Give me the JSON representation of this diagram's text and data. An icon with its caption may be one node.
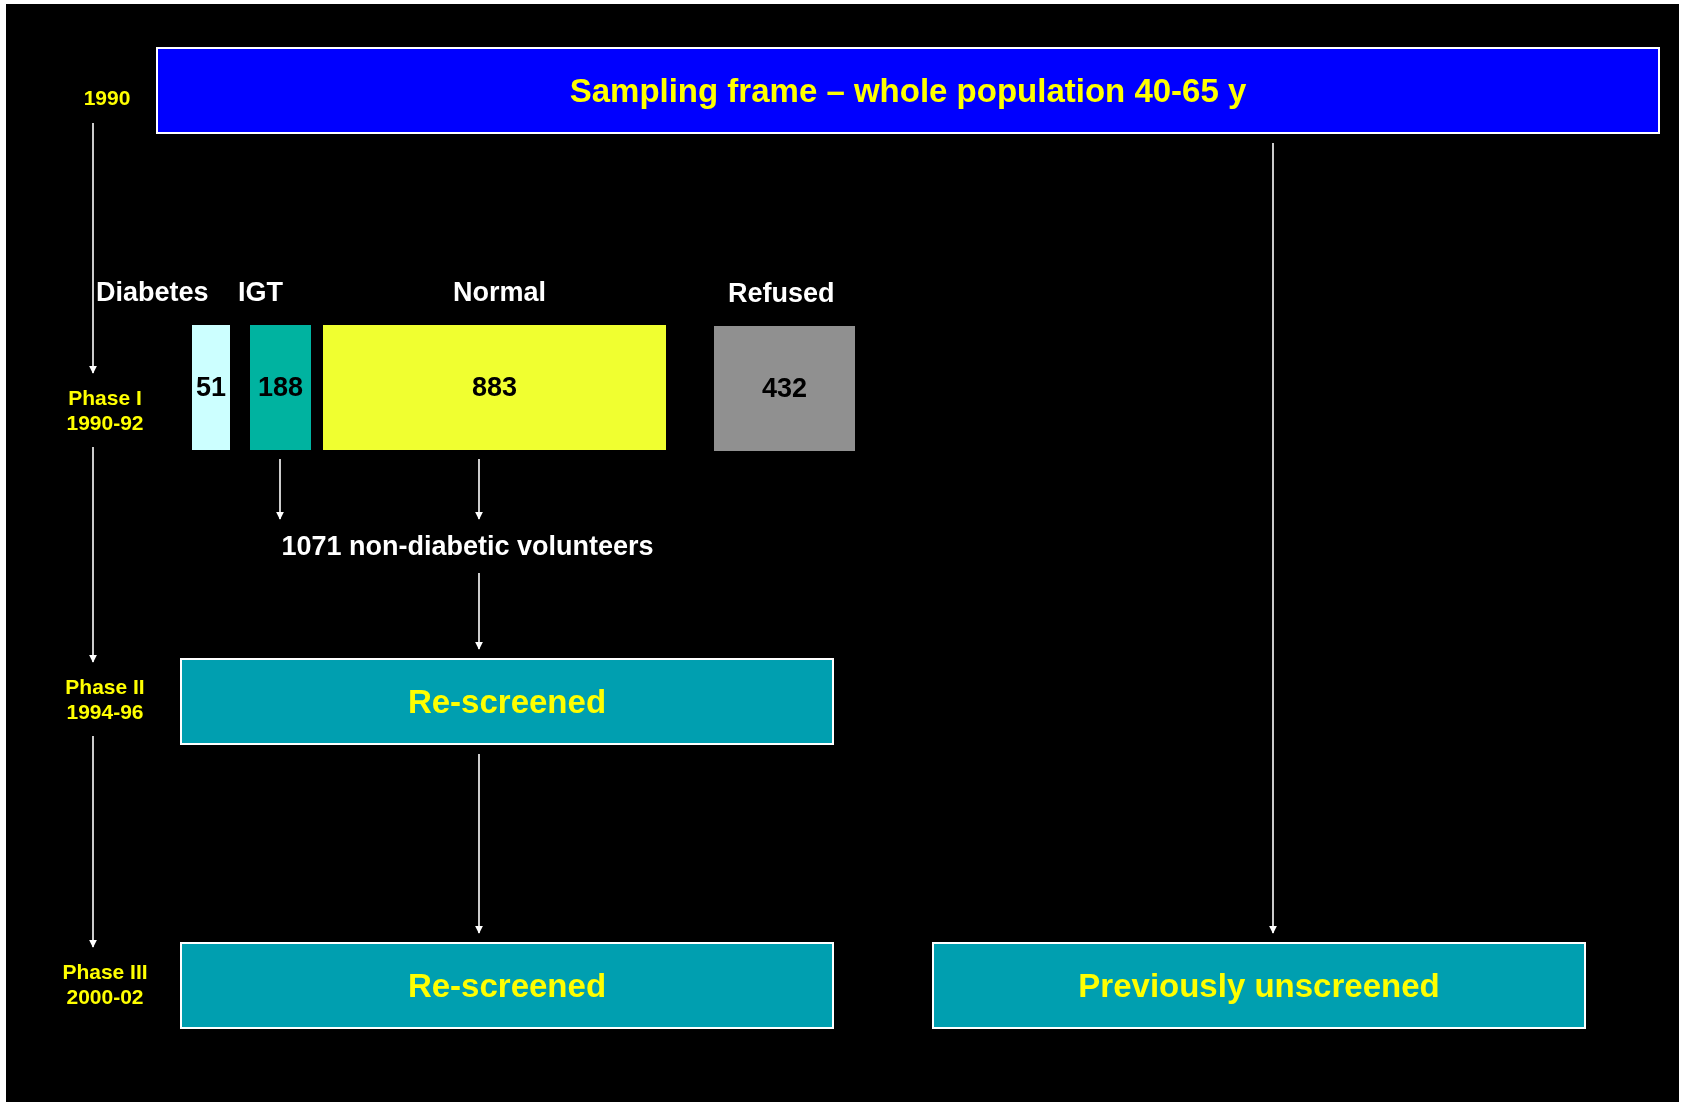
{
  "diagram": {
    "nodes": [
      {
        "text": [
          "1990"
        ]
      },
      {
        "text": [
          "Sampling frame – whole population 40-65 y"
        ]
      },
      {
        "text": [
          "Phase I 1990-92"
        ]
      },
      {
        "text": [
          "Diabetes",
          "51"
        ]
      },
      {
        "text": [
          "IGT",
          "188"
        ]
      },
      {
        "text": [
          "Normal",
          "883"
        ]
      },
      {
        "text": [
          "Refused",
          "432"
        ]
      },
      {
        "text": [
          "1071 non-diabetic volunteers"
        ]
      },
      {
        "text": [
          "Phase II 1994-96"
        ]
      },
      {
        "text": [
          "Re-screened"
        ]
      },
      {
        "text": [
          "Phase III 2000-02"
        ]
      },
      {
        "text": [
          "Re-screened"
        ]
      },
      {
        "text": [
          "Previously unscreened"
        ]
      }
    ],
    "edges": [
      {
        "from": 0,
        "to": 2,
        "arrow": "to"
      },
      {
        "from": 2,
        "to": 8,
        "arrow": "to"
      },
      {
        "from": 8,
        "to": 10,
        "arrow": "to"
      },
      {
        "from": 4,
        "to": 7,
        "arrow": "to"
      },
      {
        "from": 5,
        "to": 7,
        "arrow": "to"
      },
      {
        "from": 7,
        "to": 9,
        "arrow": "to"
      },
      {
        "from": 9,
        "to": 11,
        "arrow": "to"
      },
      {
        "from": 1,
        "to": 12,
        "arrow": "to"
      }
    ]
  }
}
